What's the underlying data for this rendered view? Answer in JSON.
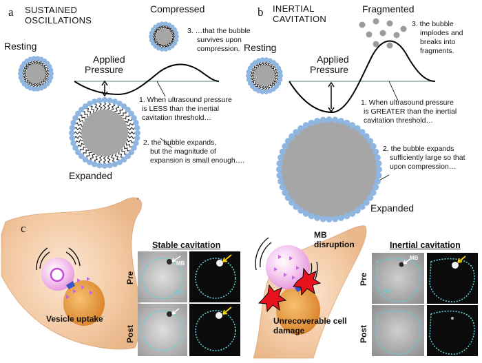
{
  "panel_a": {
    "letter": "a",
    "heading_line1": "SUSTAINED",
    "heading_line2": "OSCILLATIONS",
    "compressed_label": "Compressed",
    "resting_label": "Resting",
    "applied_pressure_line1": "Applied",
    "applied_pressure_line2": "Pressure",
    "expanded_label": "Expanded",
    "note1_line1": "1. When ultrasound pressure",
    "note1_line2": "is LESS than the inertial",
    "note1_line3": "cavitation threshold…",
    "note2_line1": "2.  the bubble expands,",
    "note2_line2": "but the magnitude of",
    "note2_line3": "expansion  is small enough….",
    "note3_line1": "3.  …that the bubble",
    "note3_line2": "survives upon",
    "note3_line3": "compression."
  },
  "panel_b": {
    "letter": "b",
    "heading_line1": "INERTIAL",
    "heading_line2": "CAVITATION",
    "fragmented_label": "Fragmented",
    "resting_label": "Resting",
    "applied_pressure_line1": "Applied",
    "applied_pressure_line2": "Pressure",
    "expanded_label": "Expanded",
    "note1_line1": "1. When ultrasound pressure",
    "note1_line2": "is GREATER than the inertial",
    "note1_line3": "cavitation threshold…",
    "note2_line1": "2.  the bubble expands",
    "note2_line2": "sufficiently large so that",
    "note2_line3": "upon compression…",
    "note3_line1": "3.  the bubble",
    "note3_line2": "implodes and",
    "note3_line3": "breaks into",
    "note3_line4": "fragments."
  },
  "panel_c": {
    "letter": "c",
    "stable_title": "Stable cavitation",
    "inertial_title": "Inertial cavitation",
    "vesicle_label": "Vesicle uptake",
    "mb_disruption_line1": "MB",
    "mb_disruption_line2": "disruption",
    "damage_line1": "Unrecoverable cell",
    "damage_line2": "damage",
    "pre_label": "Pre",
    "post_label": "Post",
    "mb_micro": "MB",
    "cell_micro": "Cell"
  },
  "stray_mark": "‘",
  "colors": {
    "lipid_head": "#8fb6e0",
    "core": "#a6a6a6",
    "cell_body": "#f1c6a0",
    "nucleus": "#e49a3d",
    "microbubble": "#f2b8f0",
    "burst": "#e8121c",
    "cell_outline": "#5fd0d8",
    "arrow_yellow": "#ffd60a"
  },
  "icons": [
    "double-arrow-icon",
    "wave-arc-icon",
    "burst-icon",
    "arrow-icon"
  ]
}
